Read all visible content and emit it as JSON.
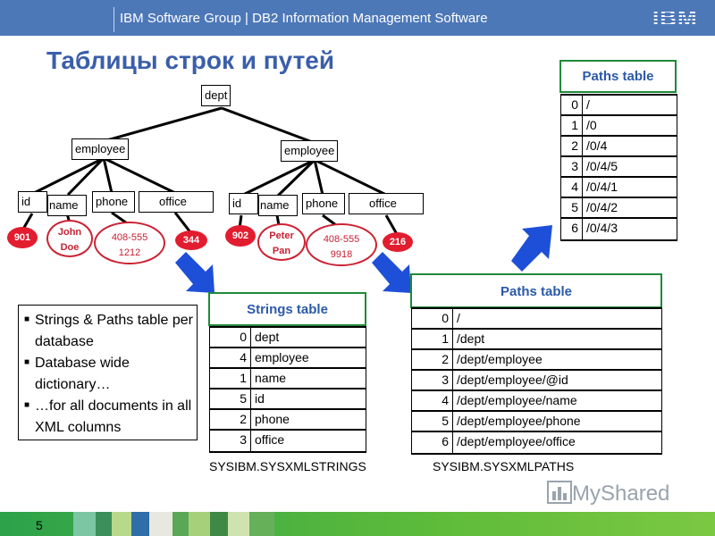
{
  "header": {
    "text": "IBM Software Group  |  DB2 Information Management Software",
    "logo": "IBM"
  },
  "title": "Таблицы строк и путей",
  "tree": {
    "root": "dept",
    "employee_left": "employee",
    "employee_right": "employee",
    "left_fields": [
      "id",
      "name",
      "phone",
      "office"
    ],
    "right_fields": [
      "id",
      "name",
      "phone",
      "office"
    ],
    "left_values": {
      "id": "901",
      "name_line1": "John",
      "name_line2": "Doe",
      "phone_line1": "408-555",
      "phone_line2": "1212",
      "office": "344"
    },
    "right_values": {
      "id": "902",
      "name_line1": "Peter",
      "name_line2": "Pan",
      "phone_line1": "408-555",
      "phone_line2": "9918",
      "office": "216"
    }
  },
  "paths_small": {
    "title": "Paths table",
    "rows": [
      {
        "k": "0",
        "v": "/"
      },
      {
        "k": "1",
        "v": "/0"
      },
      {
        "k": "2",
        "v": "/0/4"
      },
      {
        "k": "3",
        "v": "/0/4/5"
      },
      {
        "k": "4",
        "v": "/0/4/1"
      },
      {
        "k": "5",
        "v": "/0/4/2"
      },
      {
        "k": "6",
        "v": "/0/4/3"
      }
    ]
  },
  "strings_table": {
    "title": "Strings table",
    "caption": "SYSIBM.SYSXMLSTRINGS",
    "rows": [
      {
        "k": "0",
        "v": "dept"
      },
      {
        "k": "4",
        "v": "employee"
      },
      {
        "k": "1",
        "v": "name"
      },
      {
        "k": "5",
        "v": "id"
      },
      {
        "k": "2",
        "v": "phone"
      },
      {
        "k": "3",
        "v": "office"
      }
    ]
  },
  "paths_table": {
    "title": "Paths table",
    "caption": "SYSIBM.SYSXMLPATHS",
    "rows": [
      {
        "k": "0",
        "v": "/"
      },
      {
        "k": "1",
        "v": "/dept"
      },
      {
        "k": "2",
        "v": "/dept/employee"
      },
      {
        "k": "3",
        "v": "/dept/employee/@id"
      },
      {
        "k": "4",
        "v": "/dept/employee/name"
      },
      {
        "k": "5",
        "v": "/dept/employee/phone"
      },
      {
        "k": "6",
        "v": "/dept/employee/office"
      }
    ]
  },
  "bullets": {
    "items": [
      "Strings & Paths table per database",
      "Database wide dictionary…",
      "…for all documents in all XML columns"
    ]
  },
  "footer": {
    "page_number": "5",
    "watermark": "MyShared"
  },
  "colors": {
    "header_bg": "#4d78b8",
    "title": "#3a5eaa",
    "table_border": "#1f8a3a",
    "arrow": "#1e4fd8",
    "value_red": "#e11d2f"
  },
  "icons": [
    "right-down-arrow-icon",
    "up-right-arrow-icon",
    "bullet-square-icon"
  ]
}
